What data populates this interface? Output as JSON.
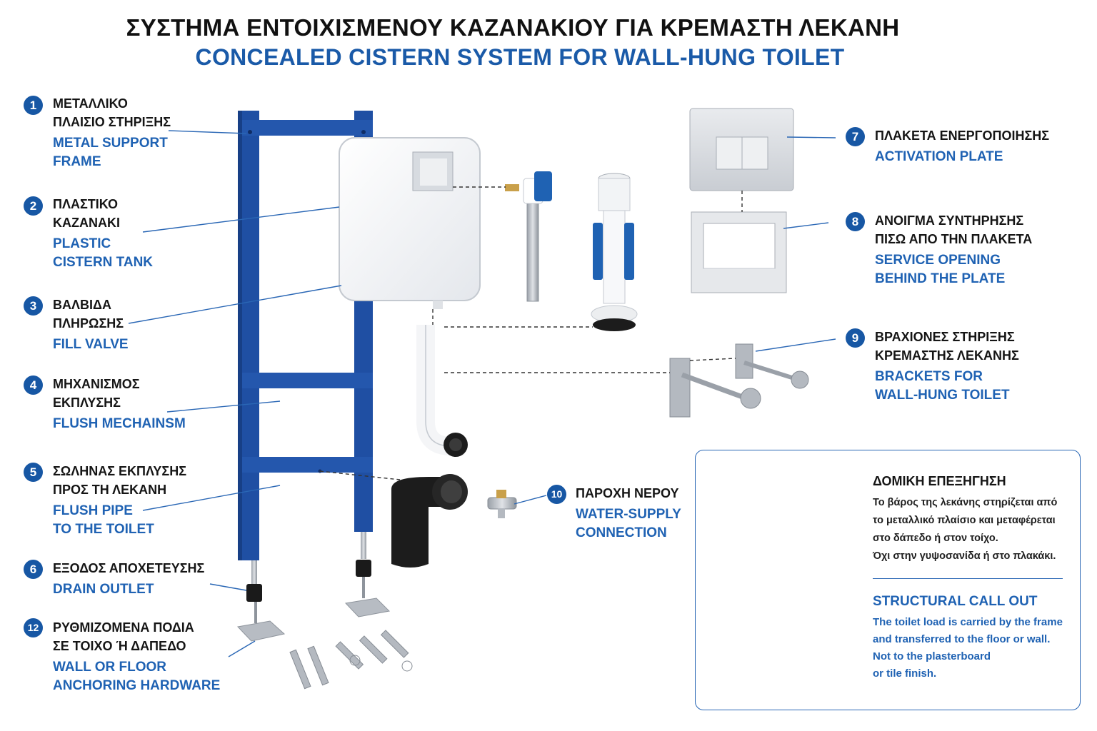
{
  "title": {
    "greek": "ΣΥΣΤΗΜΑ ΕΝΤΟΙΧΙΣΜΕΝΟΥ ΚΑΖΑΝΑΚΙΟΥ ΓΙΑ ΚΡΕΜΑΣΤΗ ΛΕΚΑΝΗ",
    "english": "CONCEALED CISTERN SYSTEM FOR WALL-HUNG TOILET"
  },
  "components": [
    {
      "number": "1",
      "greek": [
        "ΜΕΤΑΛΛΙΚΟ",
        "ΠΛΑΙΣΙΟ ΣΤΗΡΙΞΗΣ"
      ],
      "english": [
        "METAL SUPPORT",
        "FRAME"
      ]
    },
    {
      "number": "2",
      "greek": [
        "ΠΛΑΣΤΙΚΟ",
        "ΚΑΖΑΝΑΚΙ"
      ],
      "english": [
        "PLASTIC",
        "CISTERN TANK"
      ]
    },
    {
      "number": "3",
      "greek": [
        "ΒΑΛΒΙΔΑ",
        "ΠΛΗΡΩΣΗΣ"
      ],
      "english": [
        "FILL VALVE"
      ]
    },
    {
      "number": "4",
      "greek": [
        "ΜΗΧΑΝΙΣΜΟΣ",
        "ΕΚΠΛΥΣΗΣ"
      ],
      "english": [
        "FLUSH MECHAINSM"
      ]
    },
    {
      "number": "5",
      "greek": [
        "ΣΩΛΗΝΑΣ ΕΚΠΛΥΣΗΣ",
        "ΠΡΟΣ ΤΗ ΛΕΚΑΝΗ"
      ],
      "english": [
        "FLUSH PIPE",
        "TO THE TOILET"
      ]
    },
    {
      "number": "6",
      "greek": [
        "ΕΞΟΔΟΣ ΑΠΟΧΕΤΕΥΣΗΣ"
      ],
      "english": [
        "DRAIN OUTLET"
      ]
    },
    {
      "number": "12",
      "greek": [
        "ΡΥΘΜΙΖΟΜΕΝΑ ΠΟΔΙΑ",
        "ΣΕ ΤΟΙΧΟ Ή ΔΑΠΕΔΟ"
      ],
      "english": [
        "WALL OR FLOOR",
        "ANCHORING HARDWARE"
      ]
    },
    {
      "number": "7",
      "greek": [
        "ΠΛΑΚΕΤΑ ΕΝΕΡΓΟΠΟΙΗΣΗΣ"
      ],
      "english": [
        "ACTIVATION PLATE"
      ]
    },
    {
      "number": "8",
      "greek": [
        "ΑΝΟΙΓΜΑ ΣΥΝΤΗΡΗΣΗΣ",
        "ΠΙΣΩ ΑΠΟ ΤΗΝ ΠΛΑΚΕΤΑ"
      ],
      "english": [
        "SERVICE OPENING",
        "BEHIND THE PLATE"
      ]
    },
    {
      "number": "9",
      "greek": [
        "ΒΡΑΧΙΟΝΕΣ ΣΤΗΡΙΞΗΣ",
        "ΚΡΕΜΑΣΤΗΣ ΛΕΚΑΝΗΣ"
      ],
      "english": [
        "BRACKETS FOR",
        "WALL-HUNG TOILET"
      ]
    },
    {
      "number": "10",
      "greek": [
        "ΠΑΡΟΧΗ ΝΕΡΟΥ"
      ],
      "english": [
        "WATER-SUPPLY",
        "CONNECTION"
      ]
    }
  ],
  "callout": {
    "title_greek": "ΔΟΜΙΚΗ ΕΠΕΞΗΓΗΣΗ",
    "body_greek": [
      "Το βάρος της λεκάνης στηρίζεται από",
      "το μεταλλικό πλαίσιο και μεταφέρεται",
      "στο δάπεδο ή στον τοίχο.",
      "Όχι στην γυψοσανίδα ή στο πλακάκι."
    ],
    "title_english": "STRUCTURAL CALL OUT",
    "body_english": [
      "The toilet load is carried by the frame",
      "and transferred to the floor or wall.",
      "Not to the plasterboard",
      "or tile finish."
    ]
  },
  "colors": {
    "frame_blue": "#1f4fa3",
    "accent_blue": "#1f62b3",
    "badge_blue": "#1757a4",
    "drain_black": "#1c1c1c",
    "cistern_white": "#f6f7f9"
  }
}
